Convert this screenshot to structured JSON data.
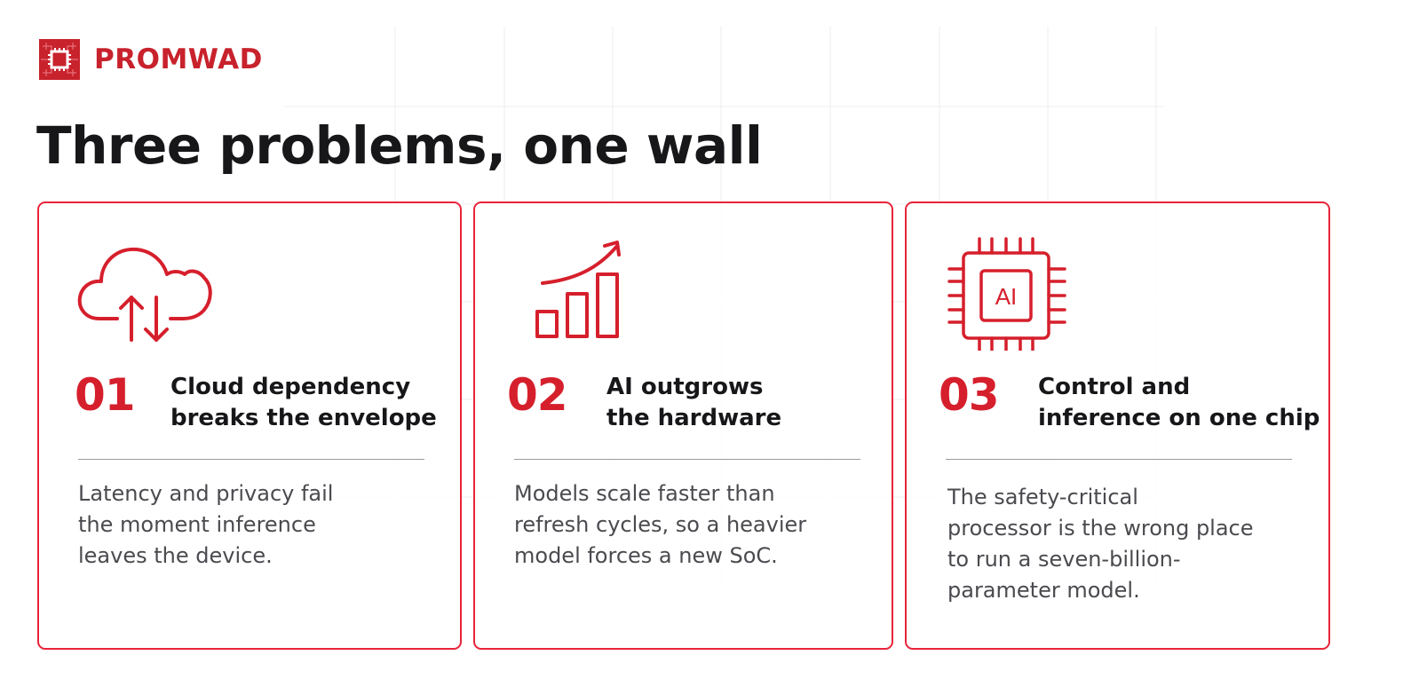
{
  "brand": {
    "name": "PROMWAD",
    "color": "#c8222c"
  },
  "title": "Three problems, one wall",
  "accent_color": "#d61f2c",
  "cards": [
    {
      "number": "01",
      "icon": "cloud-sync-icon",
      "heading_line1": "Cloud dependency",
      "heading_line2": "breaks the envelope",
      "body_line1": "Latency and privacy fail",
      "body_line2": "the moment inference",
      "body_line3": "leaves the device."
    },
    {
      "number": "02",
      "icon": "growth-chart-icon",
      "heading_line1": "AI outgrows",
      "heading_line2": "the hardware",
      "body_line1": "Models scale faster than",
      "body_line2": "refresh cycles, so a heavier",
      "body_line3": "model forces a new SoC."
    },
    {
      "number": "03",
      "icon": "ai-chip-icon",
      "chip_label": "AI",
      "heading_line1": "Control and",
      "heading_line2": "inference on one chip",
      "body_line1": "The safety-critical",
      "body_line2": "processor is the wrong place",
      "body_line3": "to run a seven-billion-",
      "body_line4": "parameter model."
    }
  ]
}
